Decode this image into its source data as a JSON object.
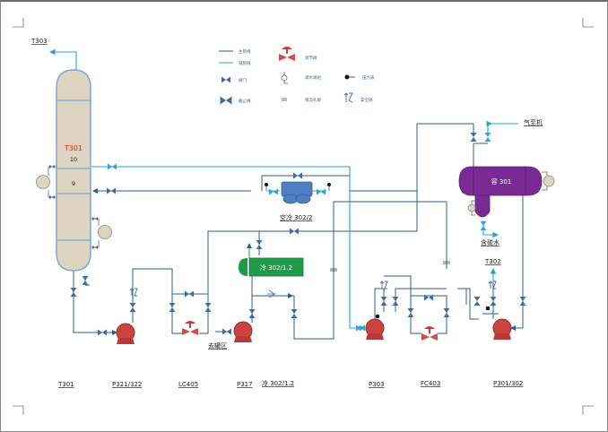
{
  "colors": {
    "pipe_main": "#2e5f8a",
    "pipe_aux": "#29a3d6",
    "valve": "#3b6ea5",
    "valve_light": "#2aa7dd",
    "column_fill": "#ddd5bf",
    "column_stroke": "#7fa6d6",
    "pump_red": "#c9433f",
    "vessel_purple": "#7a2a93",
    "cooler_green": "#1f9a4a",
    "aircooler_blue": "#4f7fc2",
    "tray_text_red": "#e02020"
  },
  "legend": {
    "items": [
      {
        "icon": "main-pipe-line",
        "label": "主管线"
      },
      {
        "icon": "aux-pipe-line",
        "label": "辅管线"
      },
      {
        "icon": "gate-valve-icon",
        "label": "阀门"
      },
      {
        "icon": "globe-valve-icon",
        "label": "截止阀"
      },
      {
        "icon": "control-valve-icon",
        "label": "调节阀"
      },
      {
        "icon": "steam-trap-icon",
        "label": "疏水阀组"
      },
      {
        "icon": "orifice-icon",
        "label": "限流孔板"
      },
      {
        "icon": "pressure-point-icon",
        "label": "压力表"
      },
      {
        "icon": "relief-valve-icon",
        "label": "安全阀"
      }
    ]
  },
  "equipment": {
    "column": {
      "name": "T301",
      "tray_top": "10",
      "tray_mid": "9"
    },
    "air_cooler": {
      "name": "空冷 302/2"
    },
    "water_cooler": {
      "name": "冷 302/1.2"
    },
    "reflux_drum": {
      "name": "容 301"
    }
  },
  "stream_labels": {
    "top_out": "T303",
    "to_flare": "气至机",
    "sour_water": "含硫水",
    "to_t302": "T302",
    "product_out": "去罐区"
  },
  "bottom_labels": [
    "T301",
    "P321/322",
    "LC405",
    "P317",
    "冷 302/1.2",
    "P303",
    "FC403",
    "P301/302"
  ]
}
